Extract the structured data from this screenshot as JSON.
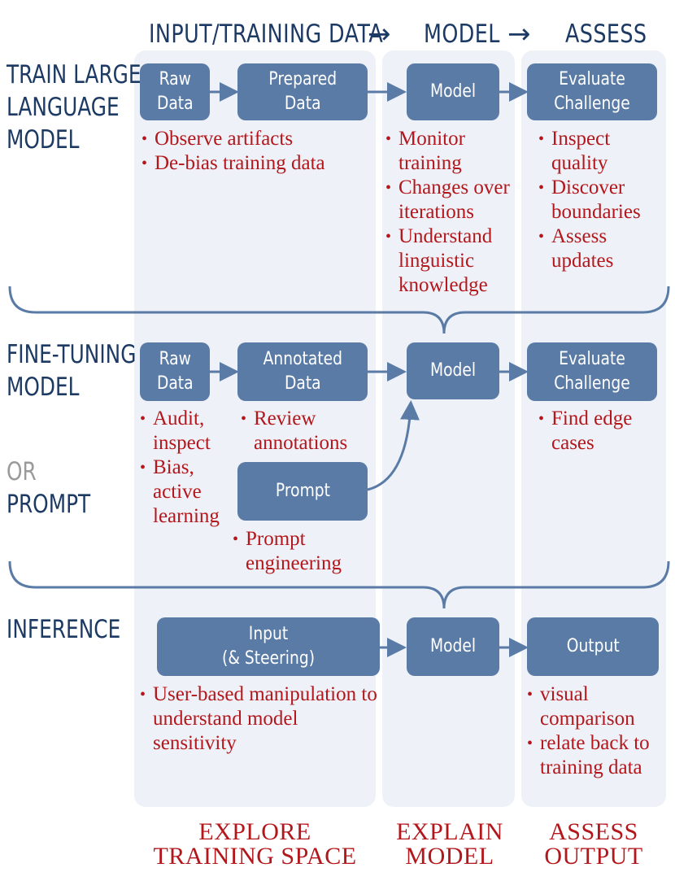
{
  "header": {
    "input_label": "INPUT/TRAINING DATA",
    "model_label": "MODEL",
    "assess_label": "ASSESS",
    "arrow": "→"
  },
  "rows": {
    "train": {
      "label_line1": "TRAIN LARGE",
      "label_line2": "LANGUAGE",
      "label_line3": "MODEL"
    },
    "finetune": {
      "label_line1": "FINE-TUNING",
      "label_line2": "MODEL",
      "or_label": "OR",
      "prompt_label": "PROMPT"
    },
    "inference": {
      "label": "INFERENCE"
    }
  },
  "boxes": {
    "train_raw": "Raw\nData",
    "train_prepared": "Prepared\nData",
    "train_model": "Model",
    "train_eval": "Evaluate\nChallenge",
    "ft_raw": "Raw\nData",
    "ft_annotated": "Annotated\nData",
    "ft_prompt": "Prompt",
    "ft_model": "Model",
    "ft_eval": "Evaluate\nChallenge",
    "inf_input": "Input\n(& Steering)",
    "inf_model": "Model",
    "inf_output": "Output"
  },
  "bullets": {
    "train_data": [
      "Observe artifacts",
      "De-bias training data"
    ],
    "train_model": [
      "Monitor training",
      "Changes over iterations",
      "Understand linguistic knowledge"
    ],
    "train_assess": [
      "Inspect quality",
      "Discover boundaries",
      "Assess updates"
    ],
    "ft_raw": [
      "Audit, inspect",
      "Bias, active learning"
    ],
    "ft_annotated": [
      "Review annotations"
    ],
    "ft_prompt": [
      "Prompt engineering"
    ],
    "ft_assess": [
      "Find edge cases"
    ],
    "inf_input": [
      "User-based manipulation to understand model sensitivity"
    ],
    "inf_output": [
      "visual comparison",
      "relate back to training data"
    ]
  },
  "footer": {
    "explore_line1": "EXPLORE",
    "explore_line2": "TRAINING SPACE",
    "explain_line1": "EXPLAIN",
    "explain_line2": "MODEL",
    "assess_line1": "ASSESS",
    "assess_line2": "OUTPUT"
  },
  "colors": {
    "navy": "#1c3a63",
    "box_fill": "#5a7ba6",
    "red_text": "#b3171b",
    "column_bg": "#eef2f8",
    "gray_or": "#9a9a9a"
  }
}
